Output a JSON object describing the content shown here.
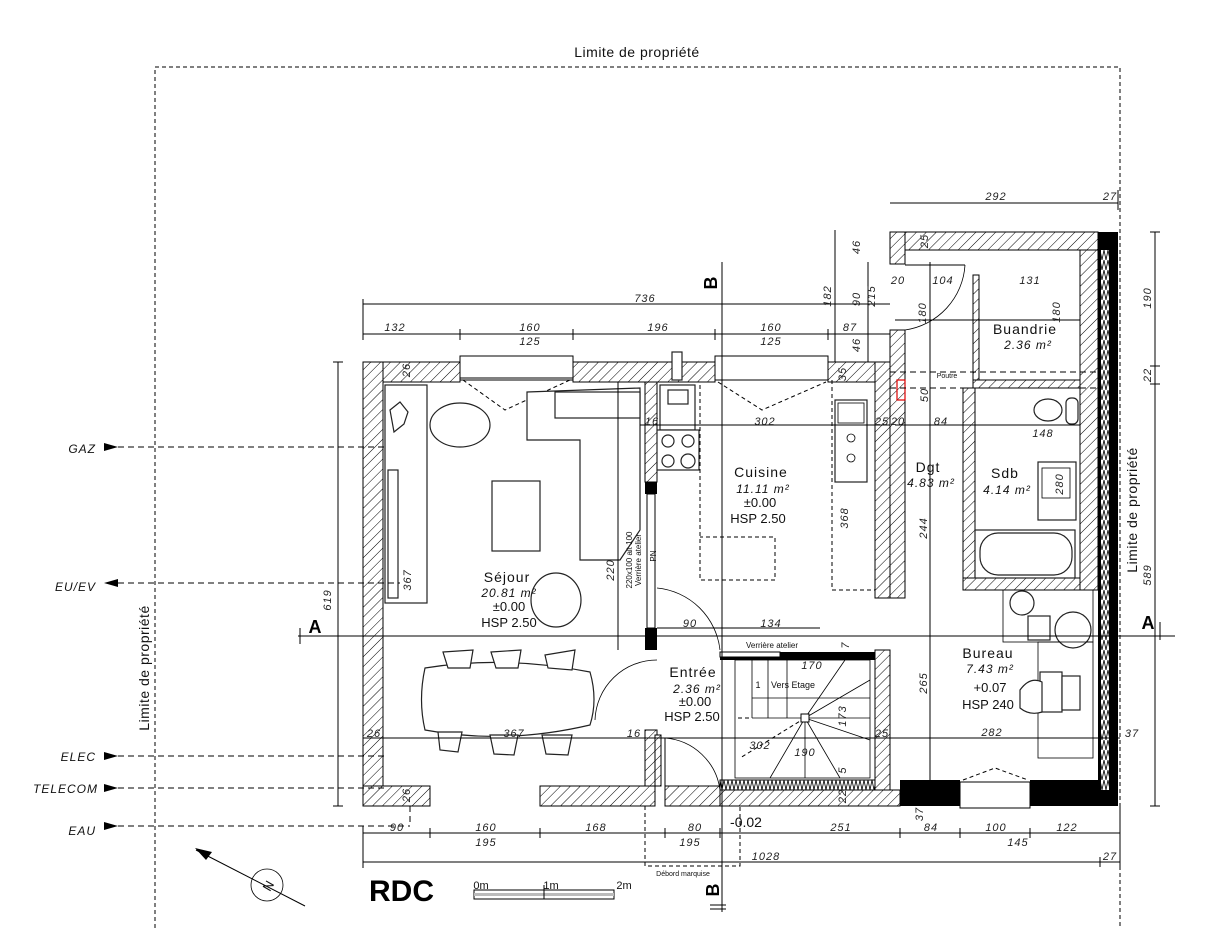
{
  "property_limit": {
    "top": "Limite de propriété",
    "left": "Limite de propriété",
    "right": "Limite de propriété"
  },
  "networks": [
    {
      "label": "GAZ"
    },
    {
      "label": "EU/EV"
    },
    {
      "label": "ELEC"
    },
    {
      "label": "TELECOM"
    },
    {
      "label": "EAU"
    }
  ],
  "sections": {
    "a_left": "A",
    "a_right": "A",
    "b_top": "B",
    "b_bottom": "B"
  },
  "rooms": {
    "sejour": {
      "name": "Séjour",
      "area": "20.81 m²",
      "level": "±0.00",
      "hsp": "HSP 2.50"
    },
    "cuisine": {
      "name": "Cuisine",
      "area": "11.11 m²",
      "level": "±0.00",
      "hsp": "HSP 2.50"
    },
    "entree": {
      "name": "Entrée",
      "area": "2.36 m²",
      "level": "±0.00",
      "hsp": "HSP 2.50"
    },
    "buandrie": {
      "name": "Buandrie",
      "area": "2.36 m²"
    },
    "dgt": {
      "name": "Dgt",
      "area": "4.83 m²"
    },
    "sdb": {
      "name": "Sdb",
      "area": "4.14 m²"
    },
    "bureau": {
      "name": "Bureau",
      "area": "7.43 m²",
      "level": "+0.07",
      "hsp": "HSP 240"
    }
  },
  "annotations": {
    "verriere_atelier": "Verrière atelier",
    "vers_etage": "Vers Etage",
    "stair_step": "1",
    "poutre": "Poutre",
    "debord_marquise": "Débord marquise",
    "ext_level": "-0.02",
    "verriere_vertical_1": "220x100 alt 100",
    "verriere_vertical_2": "Verrière atelier",
    "pn": "PN"
  },
  "plan_title": "RDC",
  "scale_bar": {
    "labels": [
      "0m",
      "1m",
      "2m"
    ]
  },
  "dimensions": [
    "736",
    "132",
    "160",
    "196",
    "160",
    "87",
    "125",
    "125",
    "182",
    "90",
    "215",
    "46",
    "46",
    "35",
    "26",
    "292",
    "27",
    "25",
    "20",
    "104",
    "131",
    "180",
    "180",
    "50",
    "20",
    "84",
    "148",
    "25",
    "302",
    "16",
    "190",
    "22",
    "589",
    "37",
    "368",
    "244",
    "265",
    "282",
    "280",
    "220",
    "619",
    "367",
    "367",
    "26",
    "16",
    "25",
    "90",
    "134",
    "170",
    "173",
    "302",
    "190",
    "7",
    "5",
    "22",
    "26",
    "90",
    "160",
    "168",
    "80",
    "251",
    "84",
    "100",
    "122",
    "37",
    "195",
    "195",
    "145",
    "1028",
    "27"
  ]
}
